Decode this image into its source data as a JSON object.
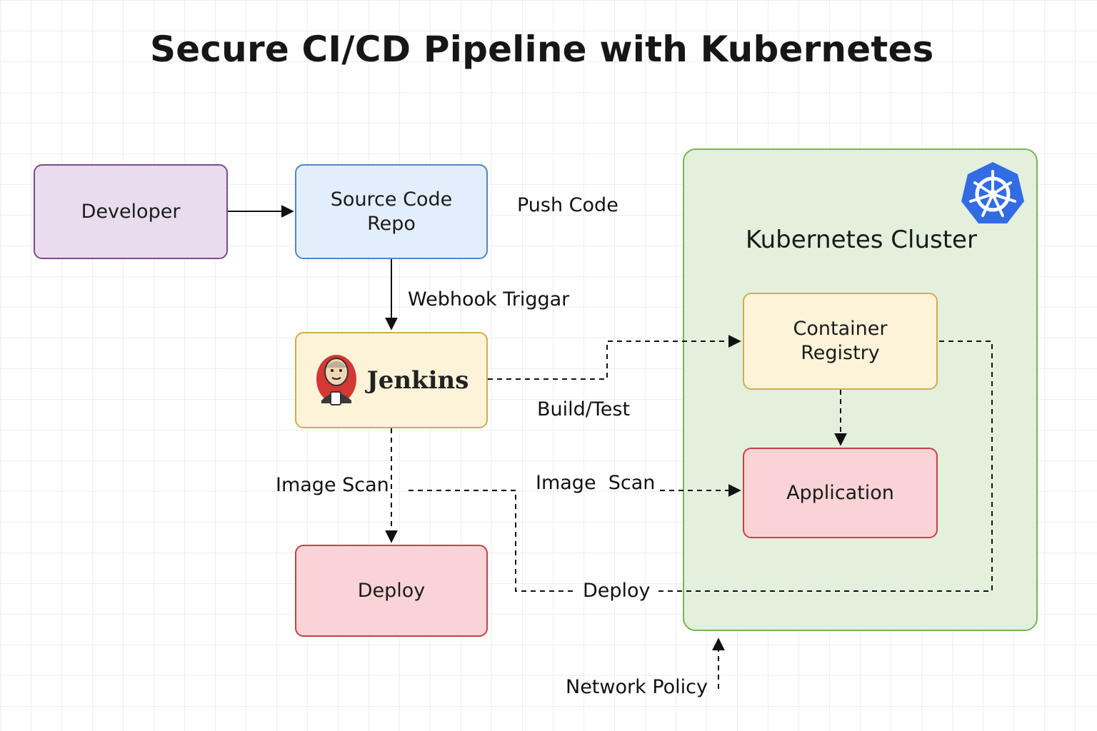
{
  "title": "Secure CI/CD Pipeline with Kubernetes",
  "nodes": {
    "developer": "Developer",
    "source_repo_line1": "Source Code",
    "source_repo_line2": "Repo",
    "jenkins": "Jenkins",
    "deploy": "Deploy",
    "container_registry_line1": "Container",
    "container_registry_line2": "Registry",
    "application": "Application"
  },
  "cluster": {
    "title": "Kubernetes Cluster",
    "logo_icon": "kubernetes-helm-icon"
  },
  "edge_labels": {
    "push_code": "Push Code",
    "webhook_trigger": "Webhook Triggar",
    "build_test": "Build/Test",
    "image_scan_left": "Image Scan",
    "image_scan_right": "Image  Scan",
    "deploy_edge": "Deploy",
    "network_policy": "Network Policy"
  },
  "colors": {
    "developer_fill": "#e8dcee",
    "developer_border": "#7c4a93",
    "repo_fill": "#e3eefc",
    "repo_border": "#4f86c6",
    "jenkins_fill": "#fdf3d9",
    "jenkins_border": "#d2ac4c",
    "deploy_fill": "#f9d3d5",
    "deploy_border": "#c2424a",
    "cluster_fill": "#e2f0dc",
    "cluster_border": "#78b454",
    "registry_fill": "#fdf3d9",
    "registry_border": "#d2ac4c",
    "app_fill": "#f9d3d5",
    "app_border": "#c2424a",
    "k8s_blue": "#326ce5"
  }
}
